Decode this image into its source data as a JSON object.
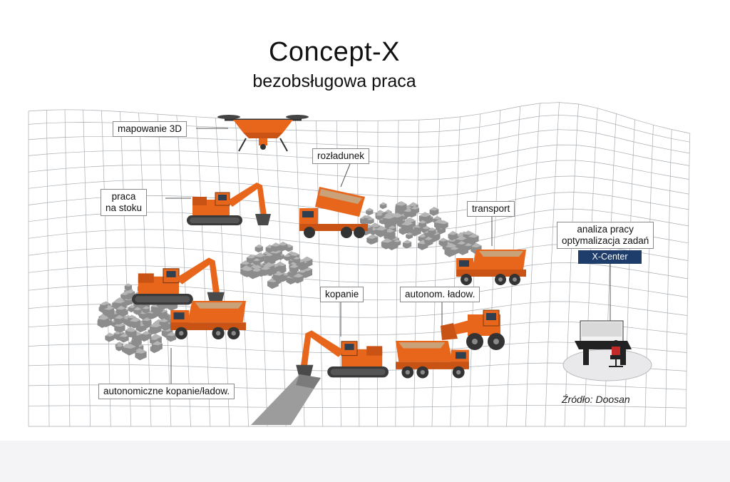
{
  "header": {
    "title": "Concept-X",
    "subtitle": "bezobsługowa praca"
  },
  "labels": {
    "mapping_3d": "mapowanie 3D",
    "slope_work_line1": "praca",
    "slope_work_line2": "na stoku",
    "unloading": "rozładunek",
    "transport": "transport",
    "analysis_line1": "analiza pracy",
    "analysis_line2": "optymalizacja zadań",
    "x_center": "X-Center",
    "digging": "kopanie",
    "auto_loading": "autonom. ładow.",
    "auto_digging_loading": "autonomiczne kopanie/ładow."
  },
  "source": "Źródło: Doosan",
  "colors": {
    "machine_orange": "#e8661c",
    "machine_dark": "#3a3a3a",
    "xcenter_bg": "#1f3d6b",
    "terrain_grid": "#9aa0a6",
    "rock_gray": "#8c8c8c"
  },
  "icons": [
    "drone-icon",
    "excavator-icon",
    "dump-truck-icon",
    "wheel-loader-icon",
    "operator-workstation-icon"
  ]
}
